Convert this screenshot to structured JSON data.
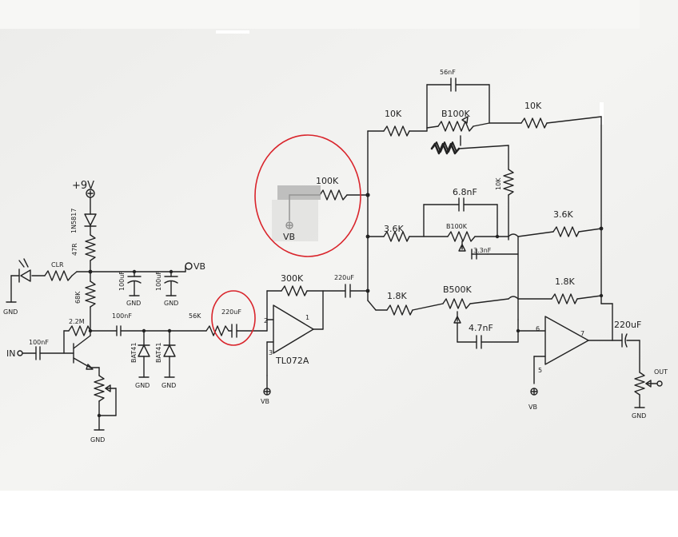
{
  "labels": {
    "supply": "+9V",
    "diode_1n5817": "1N5817",
    "r_47r": "47R",
    "r_clr": "CLR",
    "vb_node": "VB",
    "gnd": "GND",
    "c_100uf_a": "100uF",
    "c_100uf_b": "100uF",
    "r_68k": "68K",
    "r_2_2m": "2.2M",
    "c_in_100nf": "100nF",
    "in": "IN",
    "c_100nf": "100nF",
    "bat41_a": "BAT41",
    "bat41_b": "BAT41",
    "r_56k": "56K",
    "c_220uf_a": "220uF",
    "r_300k": "300K",
    "c_220uf_b": "220uF",
    "ic_tl072": "TL072A",
    "pin2": "2",
    "pin3": "3",
    "pin1": "1",
    "pin6": "6",
    "pin7": "7",
    "pin5": "5",
    "r_100k": "100K",
    "vb_circle": "VB",
    "c_56nf": "56nF",
    "r_10k_a": "10K",
    "pot_b100k_top": "B100K",
    "r_10k_b": "10K",
    "r_10k_v": "10K",
    "c_6_8nf": "6.8nF",
    "r_3_6k_a": "3.6K",
    "pot_b100k_mid": "B100K",
    "c_3_3nf": "3.3nF",
    "r_3_6k_b": "3.6K",
    "r_1_8k_a": "1.8K",
    "pot_b500k": "B500K",
    "c_4_7nf": "4.7nF",
    "r_1_8k_b": "1.8K",
    "c_220uf_out": "220uF",
    "out": "OUT",
    "vb_bottom_a": "VB",
    "vb_bottom_b": "VB",
    "gnd_out": "GND"
  },
  "colors": {
    "ink": "#222222",
    "paper": "#f1f1ef",
    "highlight_circle": "#d9242b"
  }
}
